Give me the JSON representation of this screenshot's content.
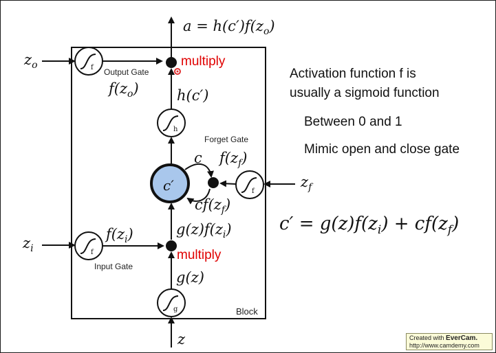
{
  "diagram": {
    "output_equation": "a = h(c′)f(z",
    "output_equation_sub": "o",
    "output_equation_close": ")",
    "z_o": "z",
    "z_o_sub": "o",
    "z_i": "z",
    "z_i_sub": "i",
    "z_f": "z",
    "z_f_sub": "f",
    "z": "z",
    "gate_f_symbol": "f",
    "gate_h_symbol": "h",
    "gate_g_symbol": "g",
    "output_gate_label": "Output Gate",
    "input_gate_label": "Input Gate",
    "forget_gate_label": "Forget Gate",
    "block_label": "Block",
    "multiply_top": "multiply",
    "multiply_bottom": "multiply",
    "f_zo": "f(z",
    "f_zo_sub": "o",
    "f_zo_close": ")",
    "h_c": "h(c′)",
    "memory_cell": "c′",
    "c_label": "c",
    "f_zf": "f(z",
    "f_zf_sub": "f",
    "f_zf_close": ")",
    "cf_zf": "cf(z",
    "cf_zf_sub": "f",
    "cf_zf_close": ")",
    "f_zi": "f(z",
    "f_zi_sub": "i",
    "f_zi_close": ")",
    "gz_fzi": "g(z)f(z",
    "gz_fzi_sub": "i",
    "gz_fzi_close": ")",
    "g_z": "g(z)"
  },
  "notes": {
    "line1": "Activation function f is",
    "line2": "usually a sigmoid function",
    "line3": "Between 0 and 1",
    "line4": "Mimic open and close gate"
  },
  "formula": {
    "text": "c′ = g(z)f(z",
    "sub1": "i",
    "mid": ") + cf(z",
    "sub2": "f",
    "close": ")"
  },
  "watermark": {
    "line1_prefix": "Created with ",
    "line1_brand": "EverCam.",
    "line2": "http://www.camdemy.com"
  },
  "colors": {
    "memory_cell_fill": "#a9c7ec",
    "multiply_label": "#e00000",
    "pointer_dot": "#e03030"
  }
}
